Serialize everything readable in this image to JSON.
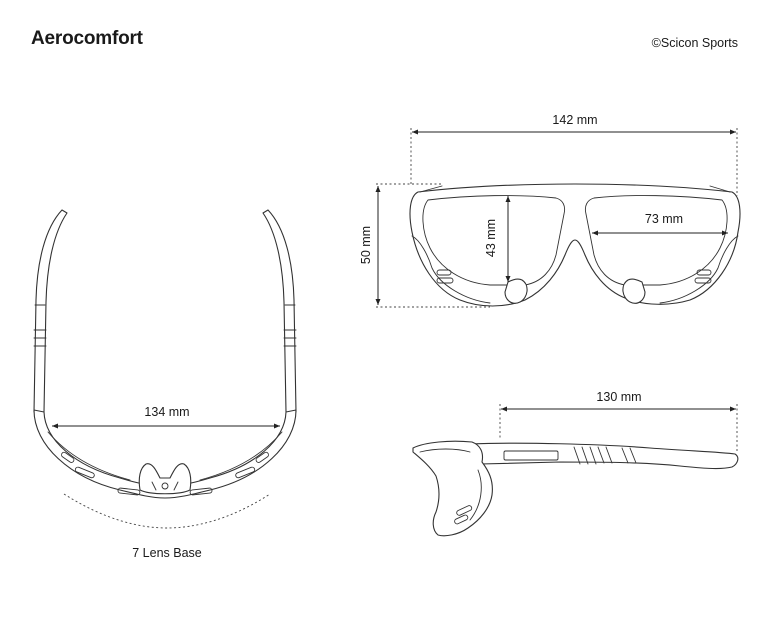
{
  "header": {
    "title": "Aerocomfort",
    "copyright": "©Scicon Sports"
  },
  "dimensions": {
    "total_width": "142 mm",
    "frame_height": "50 mm",
    "lens_height": "43 mm",
    "lens_width": "73 mm",
    "temple_length": "130 mm",
    "top_view_width": "134 mm"
  },
  "top_view": {
    "lens_base": "7 Lens Base"
  }
}
